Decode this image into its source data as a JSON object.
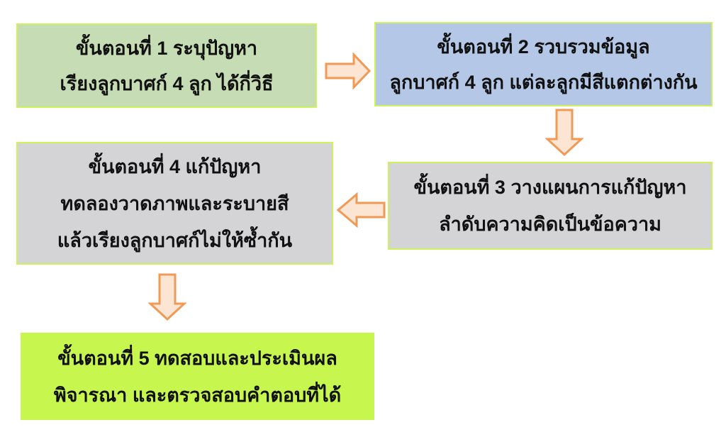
{
  "diagram": {
    "type": "flowchart",
    "language": "th",
    "colors": {
      "box1_fill": "#c6dcb4",
      "box2_fill": "#b4c7e7",
      "box34_fill": "#d4d4d6",
      "box5_fill": "#c7f64e",
      "box_border": "#cdf25e",
      "arrow_fill": "#fce5d3",
      "arrow_border": "#f09a55",
      "text": "#111111"
    },
    "steps": [
      {
        "id": "step-1",
        "lines": [
          "ขั้นตอนที่ 1 ระบุปัญหา",
          "เรียงลูกบาศก์ 4 ลูก ได้กี่วิธี"
        ]
      },
      {
        "id": "step-2",
        "lines": [
          "ขั้นตอนที่ 2 รวบรวมข้อมูล",
          "ลูกบาศก์ 4 ลูก แต่ละลูกมีสีแตกต่างกัน"
        ]
      },
      {
        "id": "step-3",
        "lines": [
          "ขั้นตอนที่ 3 วางแผนการแก้ปัญหา",
          "ลำดับความคิดเป็นข้อความ"
        ]
      },
      {
        "id": "step-4",
        "lines": [
          "ขั้นตอนที่ 4 แก้ปัญหา",
          "ทดลองวาดภาพและระบายสี",
          "แล้วเรียงลูกบาศก์ไม่ให้ซ้ำกัน"
        ]
      },
      {
        "id": "step-5",
        "lines": [
          "ขั้นตอนที่ 5 ทดสอบและประเมินผล",
          "พิจารณา และตรวจสอบคำตอบที่ได้"
        ]
      }
    ],
    "arrows": [
      {
        "from": "step-1",
        "to": "step-2",
        "direction": "right"
      },
      {
        "from": "step-2",
        "to": "step-3",
        "direction": "down"
      },
      {
        "from": "step-3",
        "to": "step-4",
        "direction": "left"
      },
      {
        "from": "step-4",
        "to": "step-5",
        "direction": "down"
      }
    ]
  }
}
